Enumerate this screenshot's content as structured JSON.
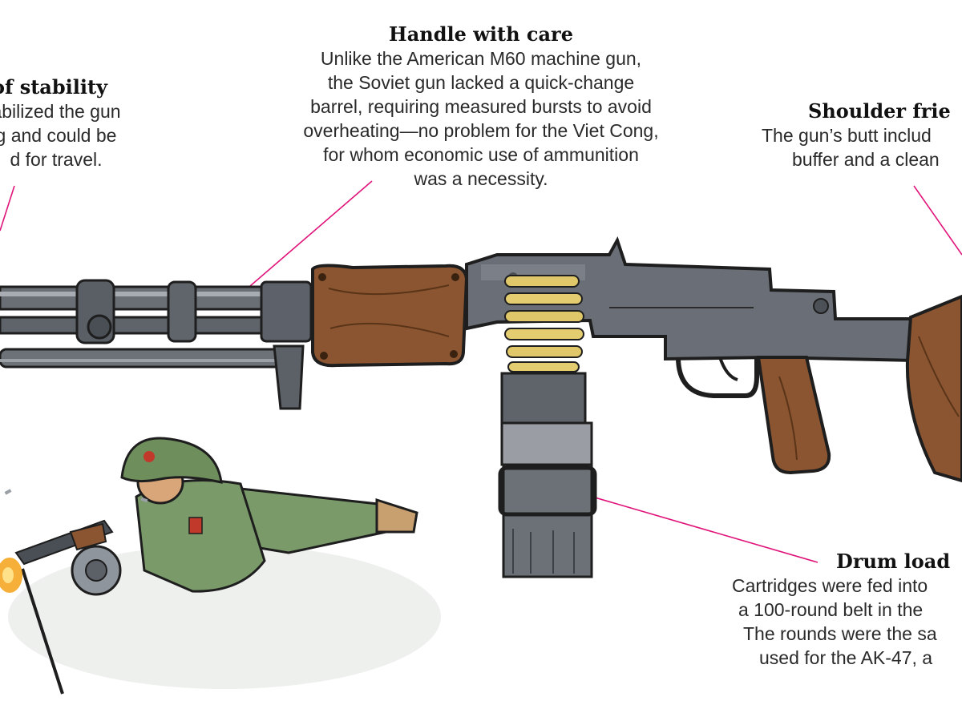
{
  "callouts": {
    "stability": {
      "title": "of stability",
      "lines": [
        "abilized the gun",
        "g and could be",
        "d for travel."
      ]
    },
    "care": {
      "title": "Handle with care",
      "lines": [
        "Unlike the American M60 machine gun,",
        "the Soviet gun lacked a quick-change",
        "barrel, requiring measured bursts to avoid",
        "overheating—no problem for the Viet Cong,",
        "for whom economic use of ammunition",
        "was a necessity."
      ]
    },
    "shoulder": {
      "title": "Shoulder frie",
      "lines": [
        "The gun’s butt includ",
        "buffer and a clean"
      ]
    },
    "drum": {
      "title": "Drum load",
      "lines": [
        "Cartridges were fed into",
        "a 100-round belt in the",
        "The rounds were the sa",
        "used for the AK-47, a"
      ]
    }
  },
  "colors": {
    "leader_line": "#e0147a",
    "metal": "#5a5f66",
    "wood": "#8a5530",
    "uniform": "#7a9a6a",
    "muzzle_flash": "#f5a623"
  }
}
